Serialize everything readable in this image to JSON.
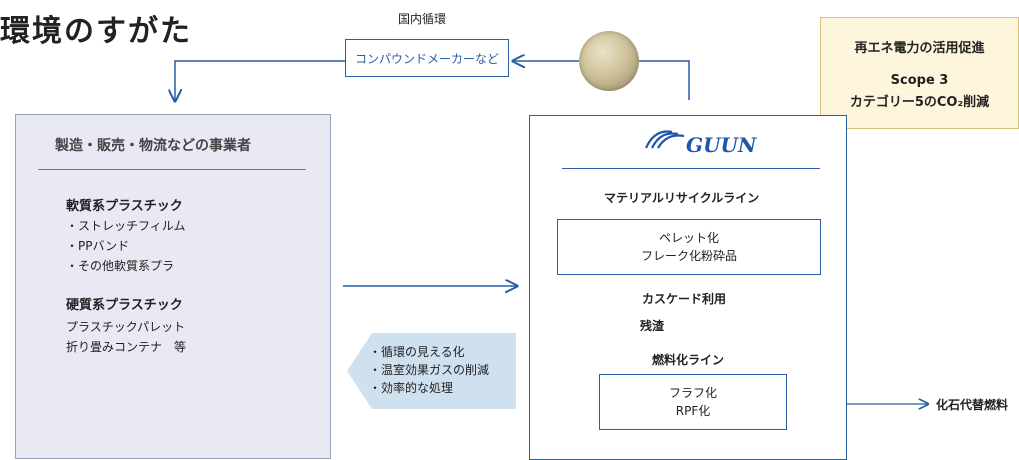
{
  "title": "環境のすがた",
  "domestic_cycle_label": "国内循環",
  "compound_box": "コンパウンドメーカーなど",
  "renewable_box": {
    "line1": "再エネ電力の活用促進",
    "line2": "Scope 3",
    "line3": "カテゴリー5のCO₂削減"
  },
  "left_box": {
    "heading": "製造・販売・物流などの事業者",
    "soft_title": "軟質系プラスチック",
    "soft_items": [
      "・ストレッチフィルム",
      "・PPバンド",
      "・その他軟質系プラ"
    ],
    "hard_title": "硬質系プラスチック",
    "hard_items": [
      "プラスチックパレット",
      "折り畳みコンテナ　等"
    ]
  },
  "benefits": [
    "・循環の見える化",
    "・温室効果ガスの削減",
    "・効率的な処理"
  ],
  "right_box": {
    "logo": "GUUN",
    "material_line": "マテリアルリサイクルライン",
    "pellet_box": [
      "ペレット化",
      "フレーク化粉砕品"
    ],
    "cascade": "カスケード利用",
    "residue": "残渣",
    "fuel_line": "燃料化ライン",
    "fluff_box": [
      "フラフ化",
      "RPF化"
    ]
  },
  "fossil_fuel_alt": "化石代替燃料",
  "colors": {
    "accent_blue": "#2a5ea0",
    "left_box_bg": "#e8e9f3",
    "benefit_arrow_bg": "#cfe0ef",
    "renewable_bg": "#fdf5dc"
  }
}
